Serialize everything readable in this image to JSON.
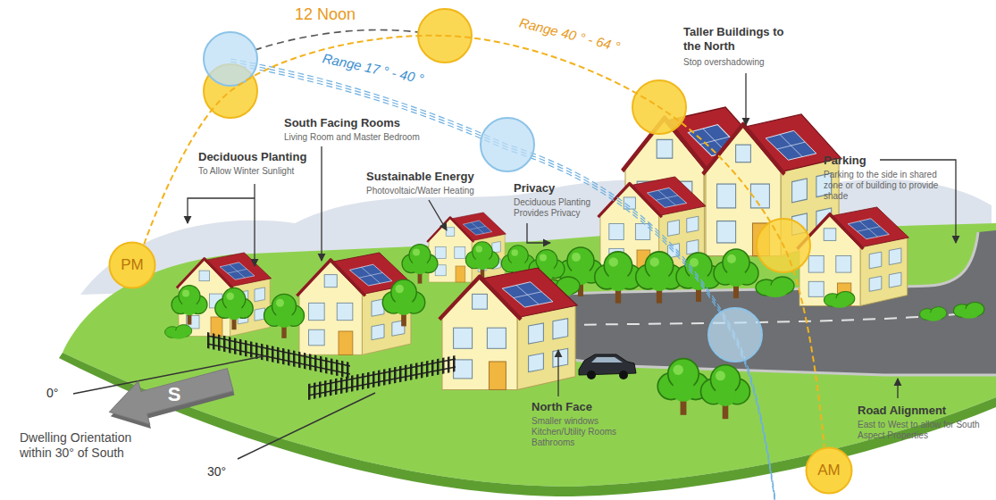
{
  "diagram": {
    "nodes": [
      {
        "text": [
          "PM"
        ]
      },
      {
        "text": [
          "S"
        ]
      },
      {
        "text": [
          "AM"
        ]
      }
    ],
    "edges": [
      {
        "from": 0,
        "to": 2,
        "arrow": "none"
      }
    ],
    "labels": [
      "12 Noon",
      "Range 40 ° - 64 °",
      "Range 17 ° - 40 °",
      "Taller Buildings to the North",
      "Stop overshadowing",
      "South Facing Rooms",
      "Living Room and Master Bedroom",
      "Deciduous Planting",
      "To Allow Winter Sunlight",
      "Sustainable Energy",
      "Photovoltaic/Water Heating",
      "Privacy",
      "Deciduous Planting Provides Privacy",
      "Parking",
      "Parking to the side in shared zone or of building to provide shade",
      "North Face",
      "Smaller windows Kitchen/Utility Rooms Bathrooms",
      "Road Alignment",
      "East to West to allow for South Aspect Properties",
      "0°",
      "30°",
      "Dwelling Orientation within 30° of South"
    ]
  }
}
